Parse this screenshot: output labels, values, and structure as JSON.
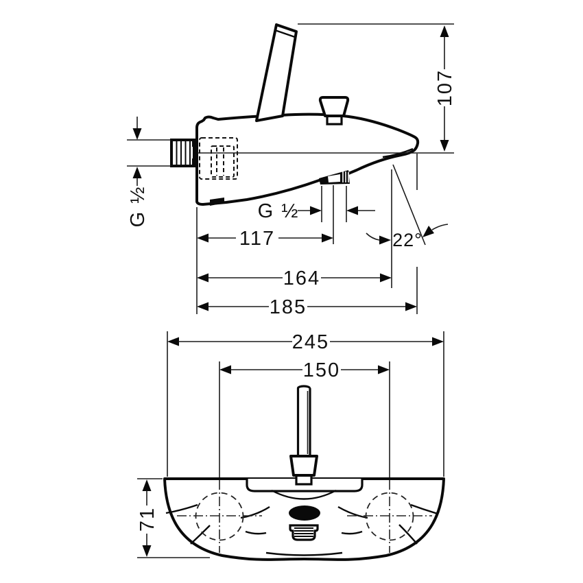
{
  "drawing": {
    "description": "Bath mixer tap technical dimension drawing, side view and bottom view",
    "side_view": {
      "dim_height": "107",
      "dim_inlet_thread": "G ½",
      "dim_hose_thread": "G ½",
      "dim_reach_hose": "117",
      "dim_reach_underside": "164",
      "dim_reach_total": "185",
      "dim_spout_angle": "22°"
    },
    "bottom_view": {
      "dim_overall_width": "245",
      "dim_connection_centers": "150",
      "dim_body_depth": "71"
    }
  }
}
